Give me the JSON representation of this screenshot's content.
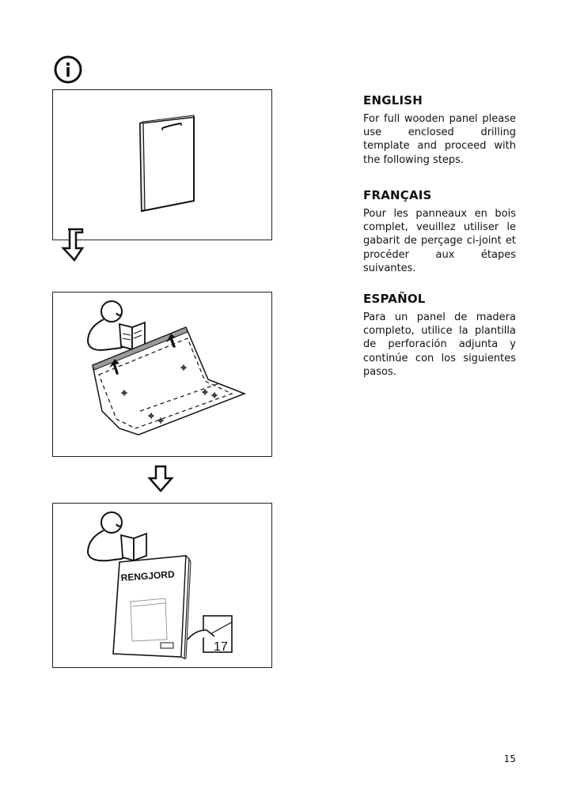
{
  "info_icon": "info-circle-icon",
  "steps": [
    {
      "name": "door-panel-illustration"
    },
    {
      "name": "drilling-template-illustration"
    },
    {
      "name": "manual-reference-illustration",
      "manual_title": "RENGJORD",
      "page_ref": "17"
    }
  ],
  "arrows": [
    "down-arrow-icon",
    "down-arrow-icon"
  ],
  "sections": {
    "en": {
      "title": "ENGLISH",
      "body": "For full wooden panel please use enclosed drilling template and proceed with the following steps."
    },
    "fr": {
      "title": "FRANÇAIS",
      "body": "Pour les panneaux en bois complet, veuillez utiliser le gabarit de perçage ci-joint et procéder aux étapes suivantes."
    },
    "es": {
      "title": "ESPAÑOL",
      "body": "Para un panel de madera completo, utilice la plantilla de perforación adjunta y continúe con los siguientes pasos."
    }
  },
  "page_number": "15"
}
